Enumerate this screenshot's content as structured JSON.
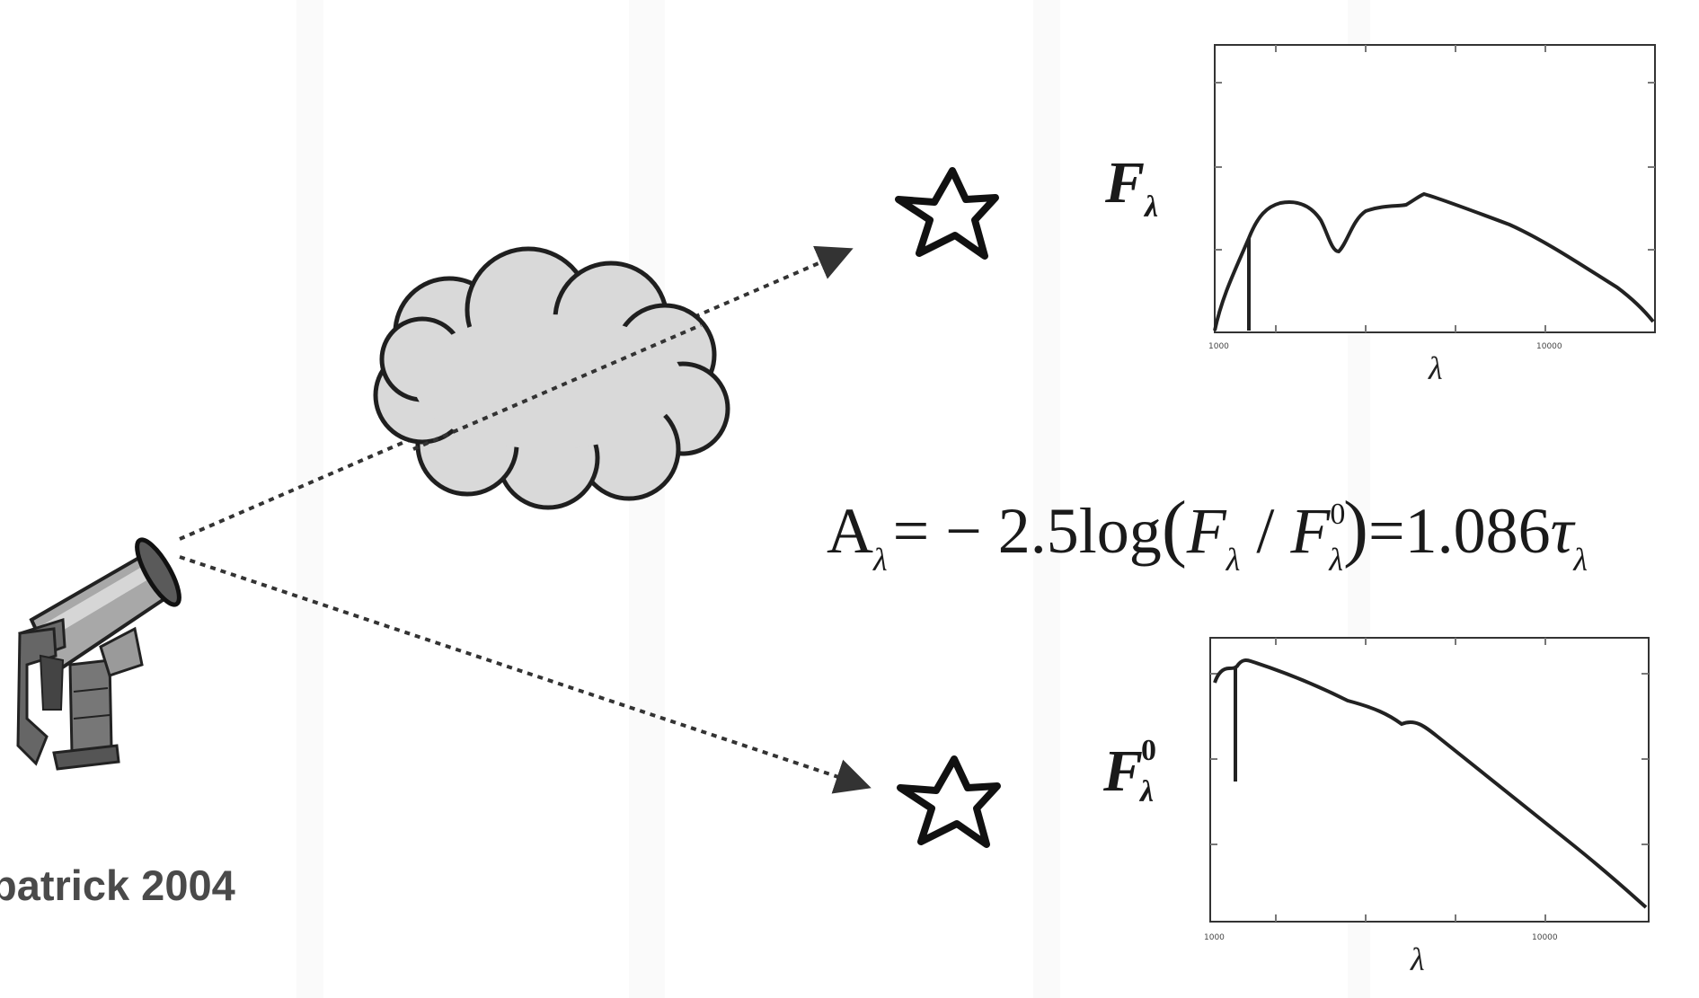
{
  "credit": "patrick 2004",
  "equation": {
    "lhs": "A",
    "sub": "λ",
    "rhs_prefix": "= − 2.5log",
    "num": "F",
    "den": "F",
    "den_sup": "0",
    "eq": "=",
    "coef": "1.086",
    "tau": "τ"
  },
  "top_panel": {
    "ylabel": "F",
    "ylabel_sub": "λ",
    "ylabel_sup": "",
    "xlabel": "λ",
    "ticks": [
      "1000",
      "10000"
    ]
  },
  "bottom_panel": {
    "ylabel": "F",
    "ylabel_sub": "λ",
    "ylabel_sup": "0",
    "xlabel": "λ",
    "ticks": [
      "1000",
      "10000"
    ]
  },
  "colors": {
    "cloud_fill": "#d9d9d9",
    "ink": "#222222",
    "credit": "#4a4a4a"
  }
}
